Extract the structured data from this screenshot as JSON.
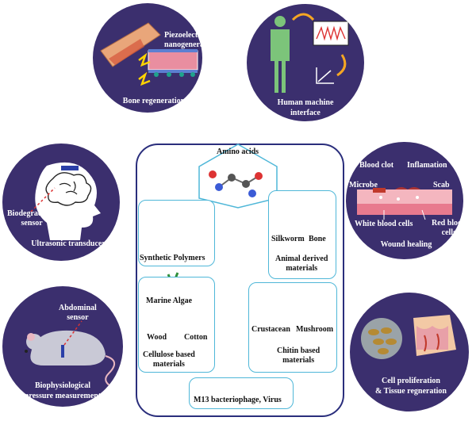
{
  "colors": {
    "circle": "#3b2f6e",
    "accent": "#4fb7d8",
    "frame": "#2a2e7c"
  },
  "topleft": {
    "label": "Bone regeneration",
    "annotation": "Piezoelectric\nnanogenerator"
  },
  "topright": {
    "label": "Human machine\ninterface"
  },
  "midleft": {
    "label": "Ultrasonic transducer",
    "annotation": "Biodegradable\nsensor"
  },
  "midright": {
    "label": "Wound healing",
    "annotations": [
      "Blood clot",
      "Inflamation",
      "Microbe",
      "Scab",
      "White blood cells",
      "Red blood\ncells"
    ]
  },
  "botleft": {
    "label": "Biophysiological\npressure measurement",
    "annotation": "Abdominal\nsensor"
  },
  "botright": {
    "label": "Cell proliferation\n& Tissue regneration"
  },
  "center": {
    "amino": "Amino acids",
    "synthetic": "Synthetic Polymers",
    "animal": {
      "items": [
        "Silkworm",
        "Bone"
      ],
      "group": "Animal derived\nmaterials"
    },
    "cellulose": {
      "top": "Marine Algae",
      "items": [
        "Wood",
        "Cotton"
      ],
      "group": "Cellulose based\nmaterials"
    },
    "chitin": {
      "items": [
        "Crustacean",
        "Mushroom"
      ],
      "group": "Chitin based\nmaterials"
    },
    "virus": "M13 bacteriophage, Virus"
  }
}
